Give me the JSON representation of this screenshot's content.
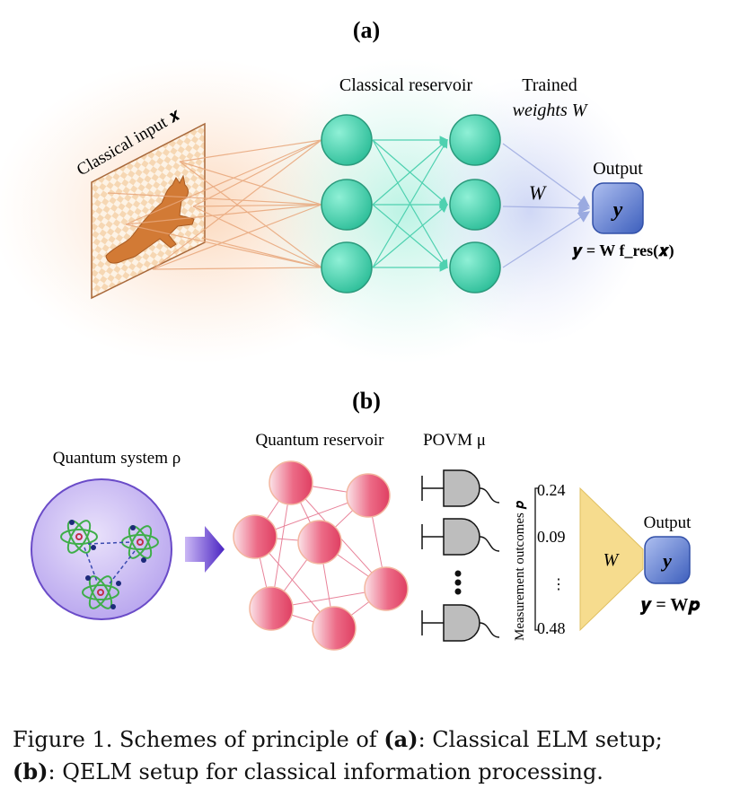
{
  "panel_a": {
    "label": "(a)",
    "input_label": "Classical input 𝒙",
    "reservoir_label": "Classical reservoir",
    "weights_label_line1": "Trained",
    "weights_label_line2": "weights W",
    "w_label": "W",
    "output_title": "Output",
    "output_symbol": "y",
    "equation": "𝒚 = W f_res(𝒙)"
  },
  "panel_b": {
    "label": "(b)",
    "system_label": "Quantum system ρ",
    "reservoir_label": "Quantum reservoir",
    "povm_label": "POVM μ",
    "measurement_axis_label": "Measurement outcomes 𝒑",
    "outcome_top": "0.24",
    "outcome_mid": "0.09",
    "outcome_dots": "⋮",
    "outcome_bottom": "0.48",
    "w_label": "W",
    "output_title": "Output",
    "output_symbol": "y",
    "equation": "𝒚 = W𝒑"
  },
  "caption": {
    "prefix": "Figure 1. Schemes of principle of ",
    "a_ref": "(a)",
    "a_text": ": Classical ELM setup;",
    "b_ref": "(b)",
    "b_text": ": QELM setup for classical information processing."
  },
  "colors": {
    "classical_node": "#3cc9a6",
    "quantum_node": "#e8506e",
    "output_box": "#4a6fc4",
    "cat": "#d27a35",
    "weights_trapezoid": "#f6dc8e",
    "arrow": "#5a36c8"
  }
}
